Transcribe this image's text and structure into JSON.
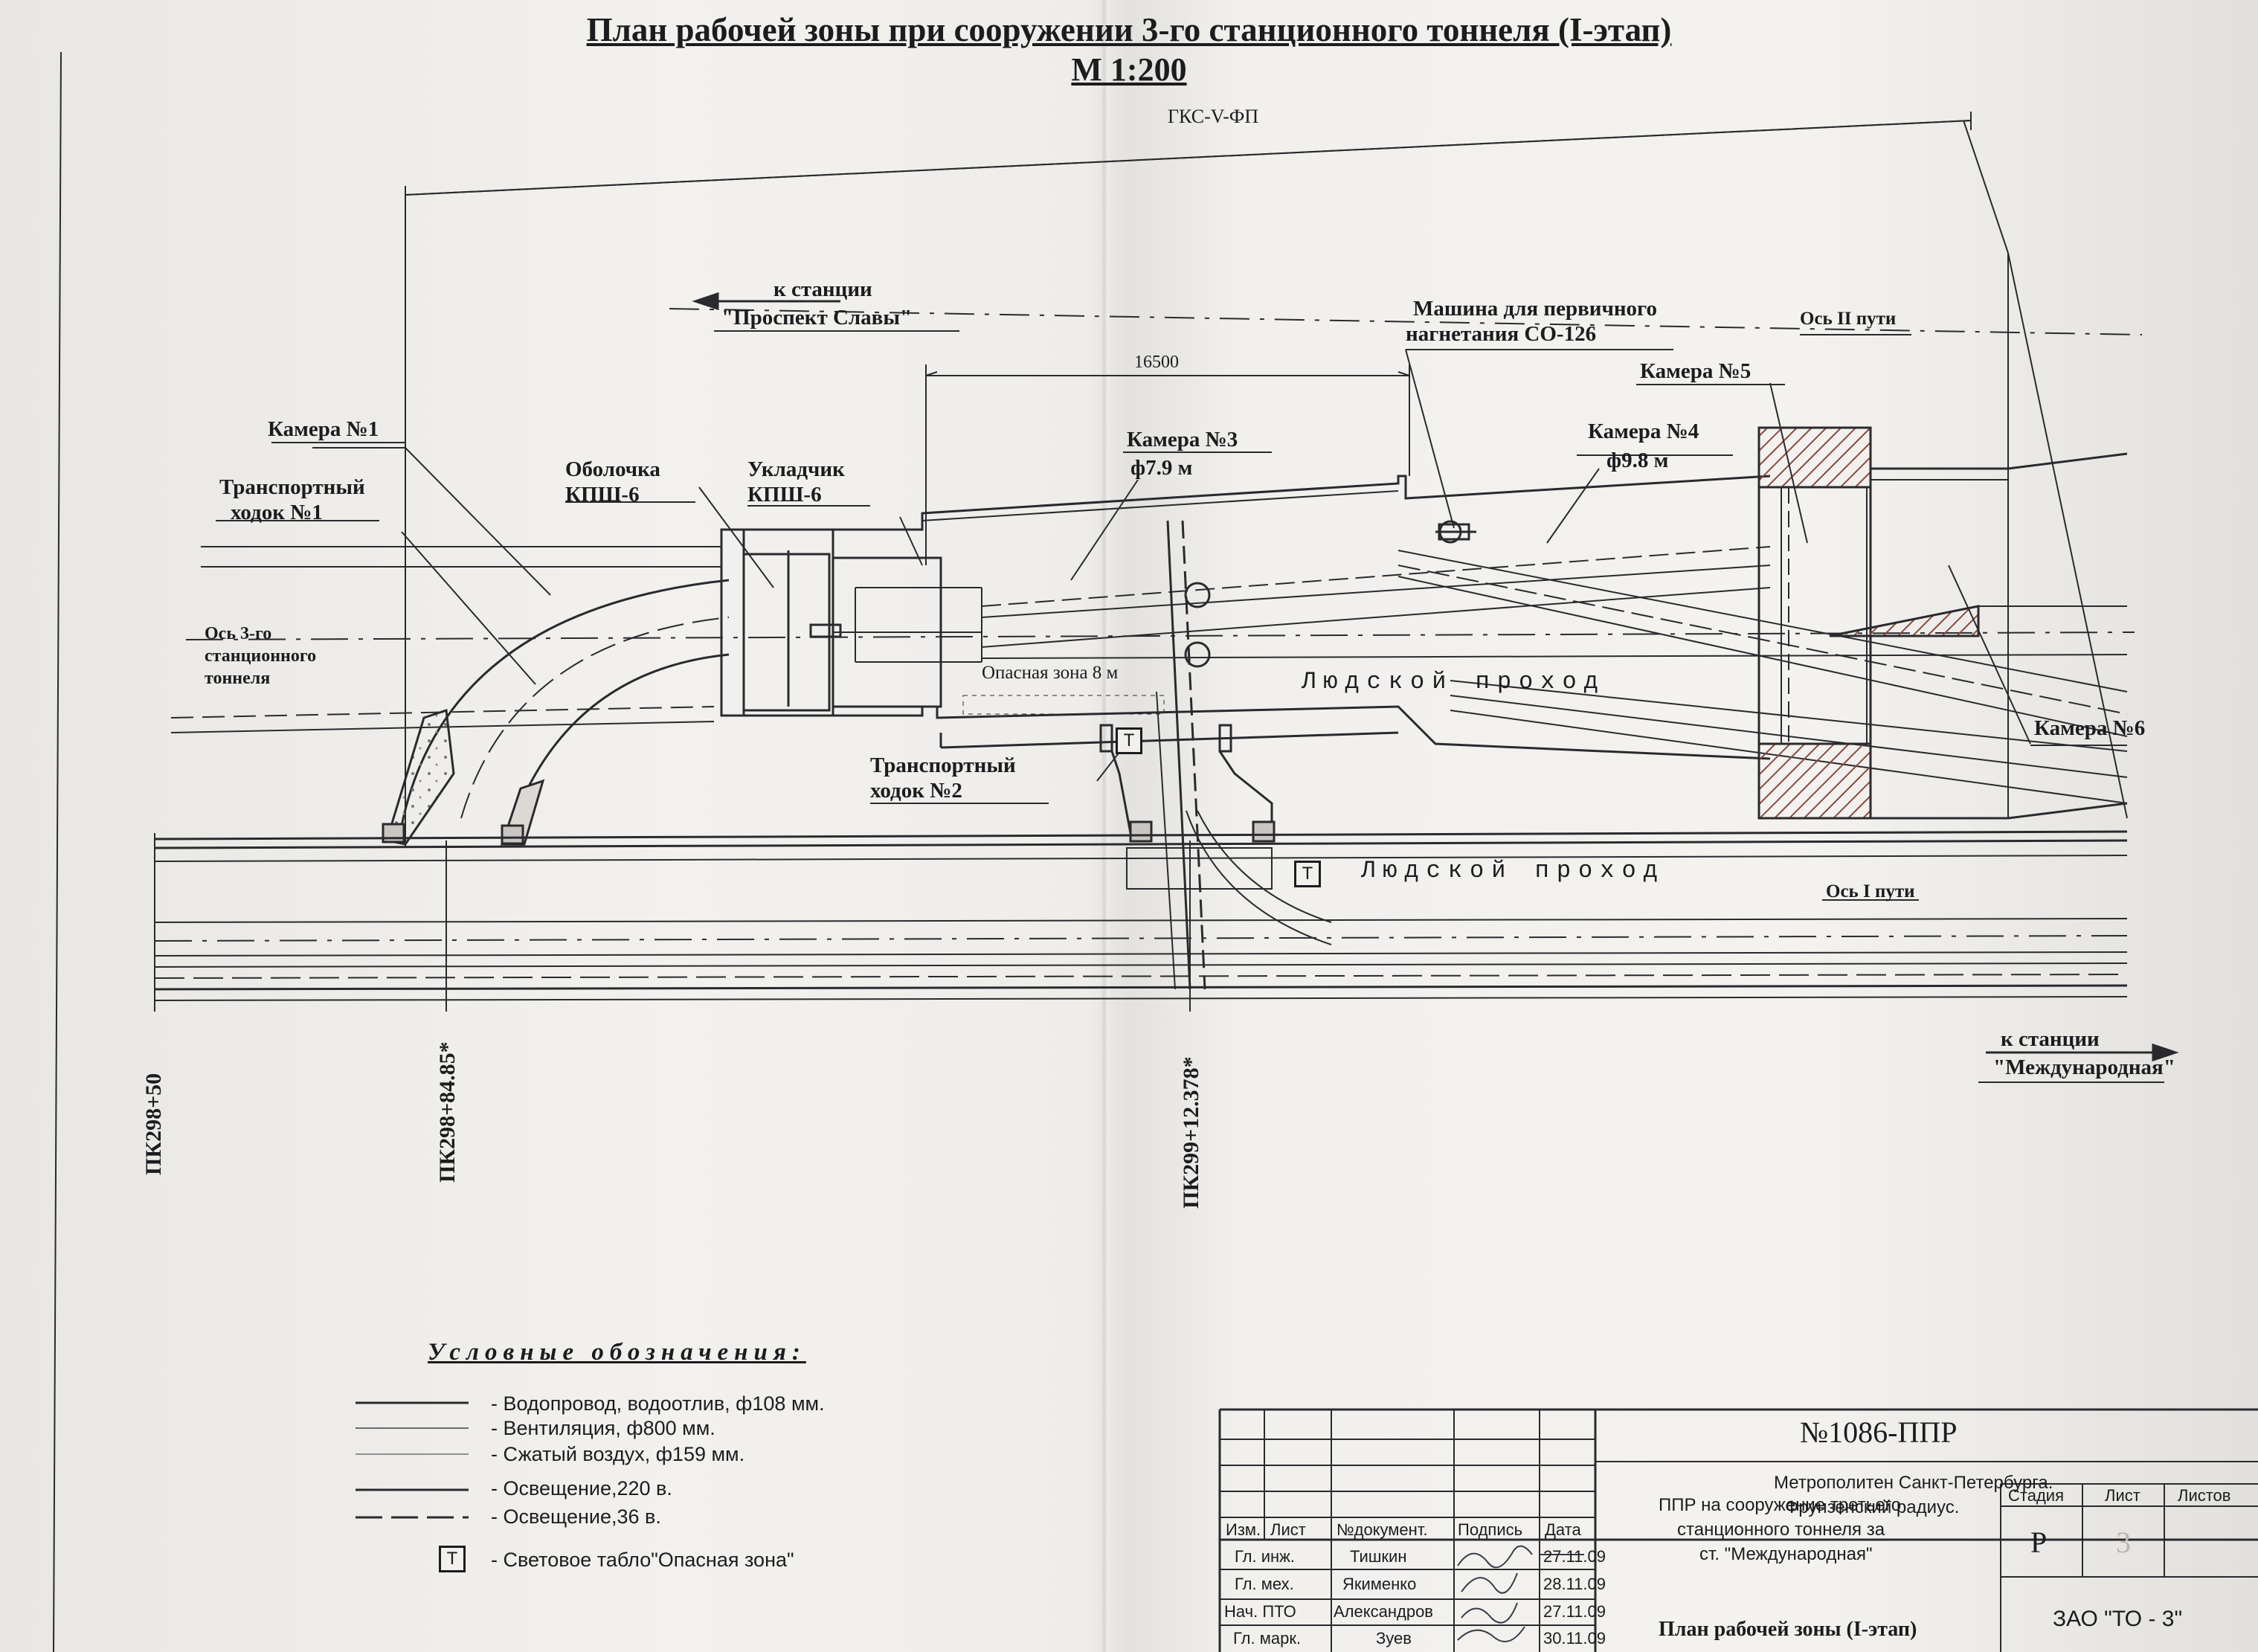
{
  "title": "План рабочей зоны при сооружении 3-го станционного тоннеля (I-этап)",
  "scale": "М 1:200",
  "top_label": "ГКС-V-ФП",
  "dimension_16500": "16500",
  "labels": {
    "to_station_left_1": "к станции",
    "to_station_left_2": "\"Проспект Славы\"",
    "to_station_right_1": "к станции",
    "to_station_right_2": "\"Международная\"",
    "machine_1": "Машина для первичного",
    "machine_2": "нагнетания СО-126",
    "axis_2": "Ось II пути",
    "axis_1": "Ось I пути",
    "chamber_1": "Камера №1",
    "chamber_3": "Камера №3",
    "chamber_3_d": "ф7.9 м",
    "chamber_4": "Камера №4",
    "chamber_4_d": "ф9.8 м",
    "chamber_5": "Камера №5",
    "chamber_6": "Камера №6",
    "transport_1a": "Транспортный",
    "transport_1b": "ходок №1",
    "transport_2a": "Транспортный",
    "transport_2b": "ходок №2",
    "shell_a": "Оболочка",
    "shell_b": "КПШ-6",
    "layer_a": "Укладчик",
    "layer_b": "КПШ-6",
    "axis_3_a": "Ось 3-го",
    "axis_3_b": "станционного",
    "axis_3_c": "тоннеля",
    "danger_zone": "Опасная зона 8 м",
    "people_pass_1": "Людской  проход",
    "people_pass_2": "Людской  проход",
    "pk_1": "ПК298+50",
    "pk_2": "ПК298+84.85*",
    "pk_3": "ПК299+12.378*",
    "t_symbol": "Т"
  },
  "legend": {
    "title": "Условные обозначения:",
    "items": [
      "- Водопровод, водоотлив, ф108 мм.",
      "- Вентиляция, ф800 мм.",
      "- Сжатый воздух, ф159 мм.",
      "- Освещение,220 в.",
      "- Освещение,36 в.",
      "- Световое табло\"Опасная зона\""
    ]
  },
  "title_block": {
    "doc_number": "№1086-ППР",
    "org_1": "Метрополитен Санкт-Петербурга.",
    "org_2": "Фрунзенский радиус.",
    "headers": [
      "Изм.",
      "Лист",
      "№документ.",
      "Подпись",
      "Дата"
    ],
    "rows": [
      {
        "role": "Гл. инж.",
        "name": "Тишкин",
        "date": "27.11.09"
      },
      {
        "role": "Гл. мех.",
        "name": "Якименко",
        "date": "28.11.09"
      },
      {
        "role": "Нач. ПТО",
        "name": "Александров",
        "date": "27.11.09"
      },
      {
        "role": "Гл. марк.",
        "name": "Зуев",
        "date": "30.11.09"
      }
    ],
    "project_1": "ППР на сооружение третьего",
    "project_2": "станционного тоннеля за",
    "project_3": "ст. \"Международная\"",
    "sheet_title": "План рабочей зоны (I-этап)",
    "stage_h": "Стадия",
    "sheet_h": "Лист",
    "sheets_h": "Листов",
    "stage": "Р",
    "sheet": "3",
    "company": "ЗАО \"ТО - 3\""
  }
}
